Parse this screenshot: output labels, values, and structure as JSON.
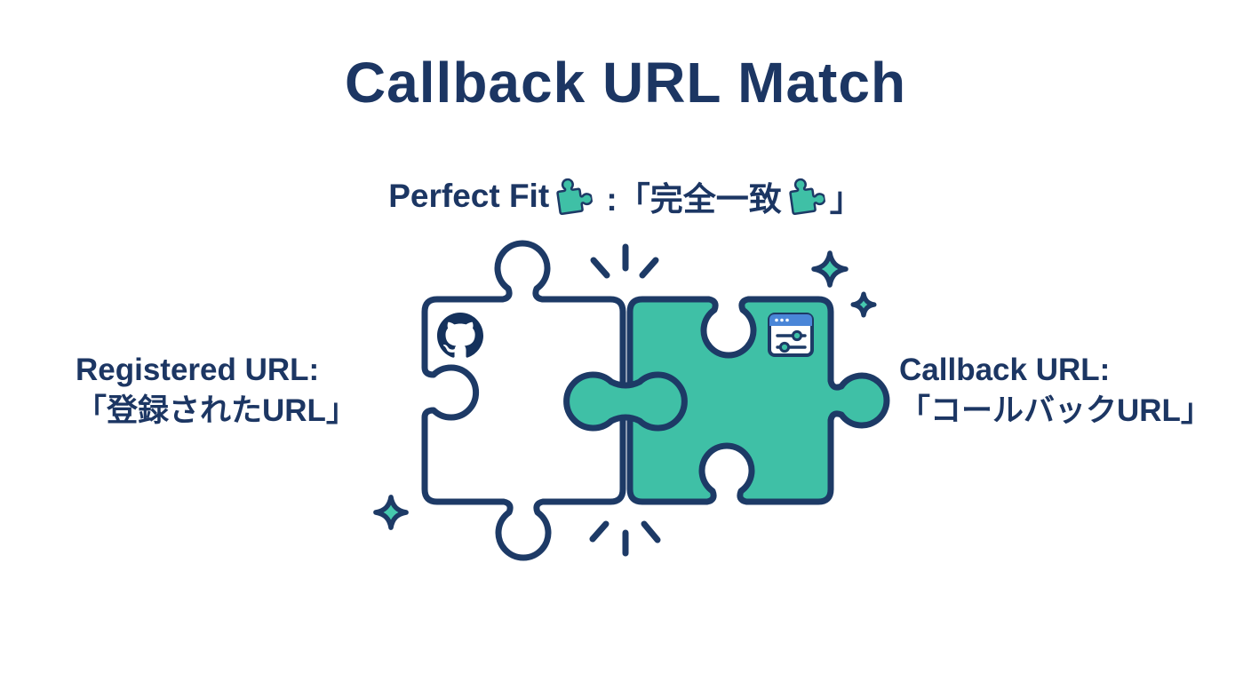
{
  "title": "Callback URL Match",
  "subtitle": {
    "part1": "Perfect Fit",
    "part2": " :「完全一致",
    "part3": "」",
    "icon": "puzzle-piece-icon"
  },
  "labels": {
    "left": {
      "line1": "Registered URL:",
      "line2": "「登録されたURL」"
    },
    "right": {
      "line1": "Callback URL:",
      "line2": "「コールバックURL」"
    }
  },
  "illustration": {
    "left_piece": {
      "name": "registered-url-piece",
      "icon": "github-icon",
      "fill": "#ffffff"
    },
    "right_piece": {
      "name": "callback-url-piece",
      "icon": "browser-settings-icon",
      "fill": "#3fc0a6"
    },
    "sparkle_count": 3,
    "emphasis_mark_groups": 2
  },
  "colors": {
    "background": "#ffffff",
    "navy": "#1c3663",
    "outline_navy": "#1d3a66",
    "teal": "#3fc0a6",
    "sparkle_teal": "#46c9ae",
    "browser_header_blue": "#4a86d8",
    "github_circle_navy": "#14315c"
  }
}
